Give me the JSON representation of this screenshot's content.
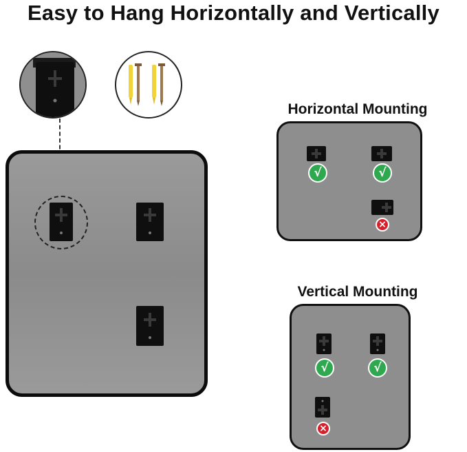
{
  "title": "Easy to Hang Horizontally and Vertically",
  "horizontal": {
    "heading": "Horizontal Mounting"
  },
  "vertical": {
    "heading": "Vertical Mounting"
  },
  "badges": {
    "ok_symbol": "√",
    "bad_symbol": "×"
  },
  "colors": {
    "panel_gray": "#8e8e8e",
    "frame_black": "#0c0c0c",
    "ok_green": "#2fa84f",
    "bad_red": "#d8202a",
    "anchor_yellow": "#f2d33a",
    "screw_bronze": "#a07850"
  }
}
